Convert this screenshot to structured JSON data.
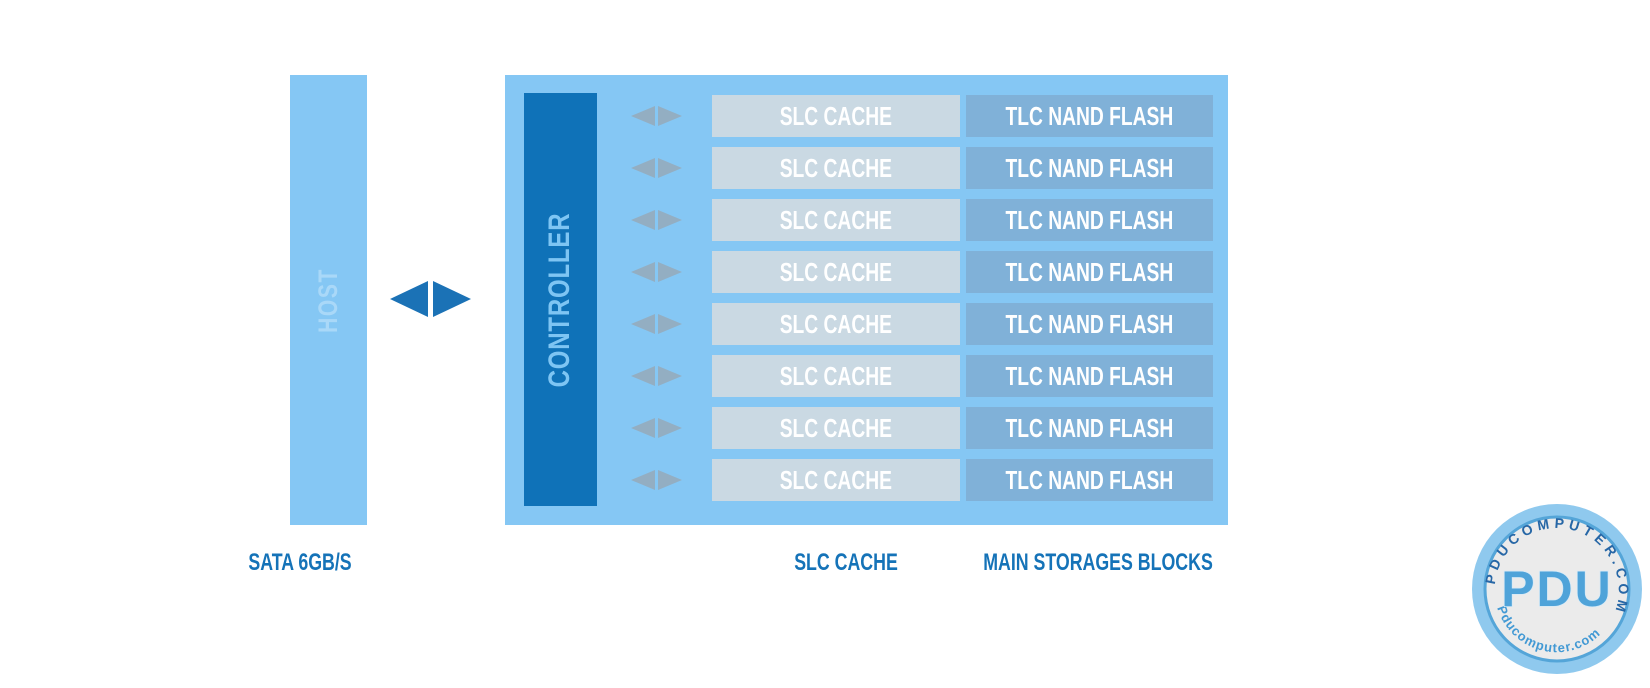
{
  "diagram": {
    "host": {
      "label": "HOST"
    },
    "controller": {
      "label": "CONTROLLER"
    },
    "rows": [
      {
        "slc": "SLC CACHE",
        "tlc": "TLC NAND FLASH"
      },
      {
        "slc": "SLC CACHE",
        "tlc": "TLC NAND FLASH"
      },
      {
        "slc": "SLC CACHE",
        "tlc": "TLC NAND FLASH"
      },
      {
        "slc": "SLC CACHE",
        "tlc": "TLC NAND FLASH"
      },
      {
        "slc": "SLC CACHE",
        "tlc": "TLC NAND FLASH"
      },
      {
        "slc": "SLC CACHE",
        "tlc": "TLC NAND FLASH"
      },
      {
        "slc": "SLC CACHE",
        "tlc": "TLC NAND FLASH"
      },
      {
        "slc": "SLC CACHE",
        "tlc": "TLC NAND FLASH"
      }
    ],
    "bottom_labels": {
      "sata": "SATA 6GB/S",
      "slc": "SLC CACHE",
      "main": "MAIN STORAGES BLOCKS"
    }
  },
  "watermark": {
    "arc_top": "PDUCOMPUTER.COM",
    "center": "PDU",
    "arc_bottom": "Pducomputer.com"
  },
  "colors": {
    "panel_light_blue": "#85c7f4",
    "controller_dark_blue": "#0f72b8",
    "arrow_dark_blue": "#1b72b6",
    "label_blue": "#1573b8",
    "slc_block": "#cad9e3",
    "tlc_block": "#80b1d8",
    "row_arrow_gray": "#93aec2",
    "block_text": "#ffffff",
    "host_text": "#a9d8f8",
    "controller_text": "#7ec5f3",
    "logo_ring": "#8fc9ee",
    "logo_disc": "#ebebeb",
    "logo_text": "#2767a6",
    "logo_center_text": "#4fa3d9"
  }
}
